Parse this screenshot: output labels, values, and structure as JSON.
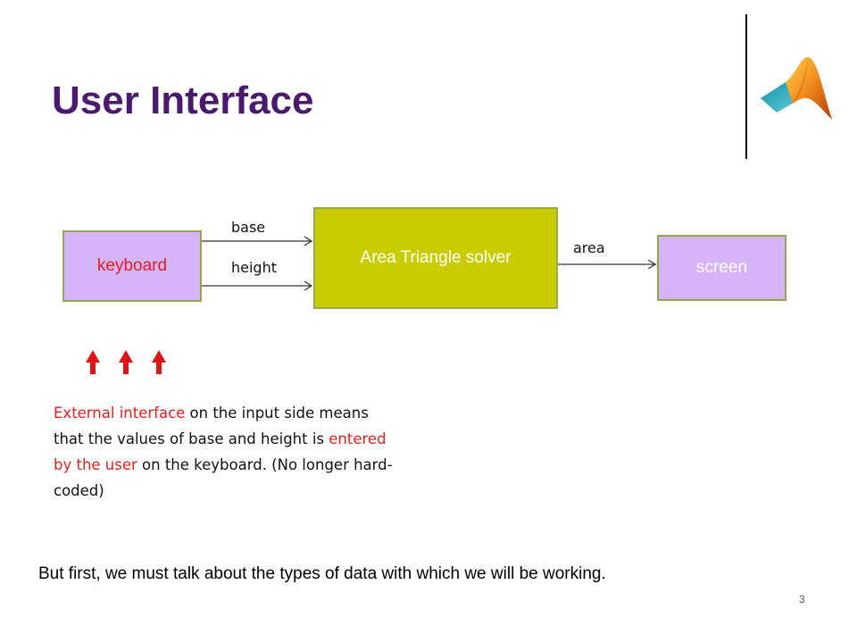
{
  "slide": {
    "title": "User Interface",
    "page_number": "3",
    "footer": "But first, we must talk about the types of data with which we will be working."
  },
  "diagram": {
    "input_box": "keyboard",
    "process_box": "Area Triangle solver",
    "output_box": "screen",
    "input_labels": [
      "base",
      "height"
    ],
    "output_label": "area"
  },
  "note": {
    "part1": "External interface",
    "part2": " on the input side means that the values of base and height is ",
    "part3": "entered by the user",
    "part4": " on the keyboard. (No longer hard-coded)"
  },
  "colors": {
    "title": "#4b1a6e",
    "box_purple": "#d7b4f8",
    "box_yellow": "#c8cc00",
    "highlight_red": "#e02020"
  },
  "icons": [
    "matlab-logo-icon",
    "up-arrow-icon"
  ]
}
